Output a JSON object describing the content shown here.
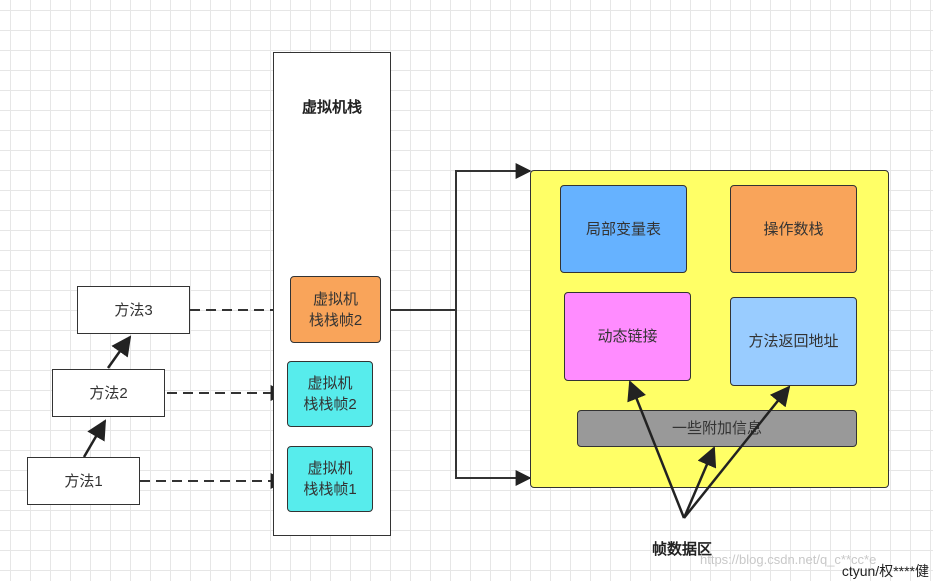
{
  "stack": {
    "title": "虚拟机栈"
  },
  "methods": [
    {
      "label": "方法1"
    },
    {
      "label": "方法2"
    },
    {
      "label": "方法3"
    }
  ],
  "frames": [
    {
      "label": "虚拟机\n栈栈帧1"
    },
    {
      "label": "虚拟机\n栈栈帧2"
    },
    {
      "label": "虚拟机\n栈栈帧2"
    }
  ],
  "frame_region": {
    "local_vars": "局部变量表",
    "operand_stack": "操作数栈",
    "dynamic_link": "动态链接",
    "return_address": "方法返回地址",
    "extra_info": "一些附加信息"
  },
  "frame_data_label": "帧数据区",
  "watermark": "https://blog.csdn.net/q_c**cc*e",
  "credit": "ctyun/权****健",
  "colors": {
    "orange": "#f9a45a",
    "cyan": "#57ecec",
    "yellow": "#ffff66",
    "blue": "#66b2ff",
    "pink": "#ff8cff",
    "light_blue": "#99ccff",
    "gray": "#999999"
  }
}
